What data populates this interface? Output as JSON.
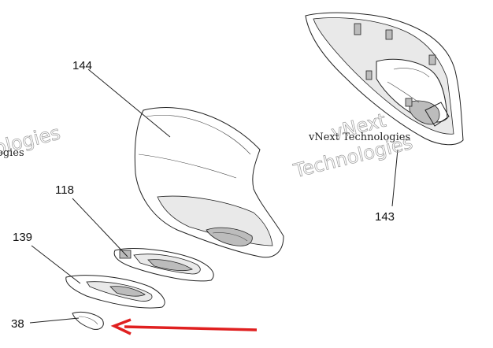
{
  "parts": {
    "p144": "144",
    "p143": "143",
    "p118": "118",
    "p139": "139",
    "p38": "38"
  },
  "watermarks": {
    "left_small": "ogies",
    "left_big": "ologies",
    "center_small": "vNext Technologies",
    "center_big_line1": "vNext",
    "center_big_line2": "Technologies"
  },
  "colors": {
    "arrow": "#e02020",
    "linework": "#222222",
    "watermark": "#9a9a9a"
  }
}
